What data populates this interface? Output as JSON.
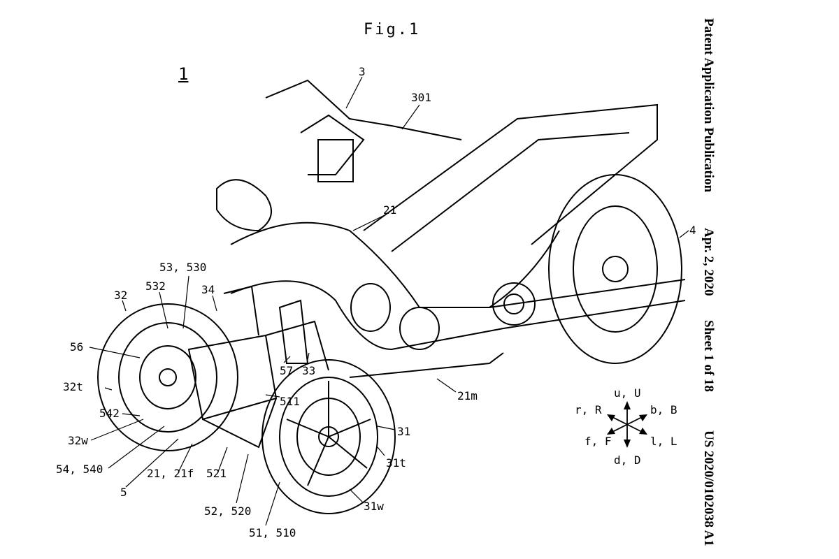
{
  "figure": {
    "title": "Fig.1",
    "number": "1"
  },
  "header": {
    "publication": "Patent Application Publication",
    "date": "Apr. 2, 2020",
    "sheet": "Sheet 1 of 18",
    "number": "US 2020/0102038 A1"
  },
  "labels": {
    "l3": "3",
    "l301": "301",
    "l21": "21",
    "l4": "4",
    "l53": "53, 530",
    "l532": "532",
    "l34": "34",
    "l32": "32",
    "l56": "56",
    "l32t": "32t",
    "l542": "542",
    "l32w": "32w",
    "l54": "54, 540",
    "l5": "5",
    "l21f": "21, 21f",
    "l521": "521",
    "l52": "52, 520",
    "l51": "51, 510",
    "l57": "57",
    "l33": "33",
    "l511": "511",
    "l21m": "21m",
    "l31": "31",
    "l31t": "31t",
    "l31w": "31w"
  },
  "compass": {
    "up": "u, U",
    "down": "d, D",
    "right_back": "b, B",
    "left_rear": "r, R",
    "front": "f, F",
    "left": "l, L"
  }
}
